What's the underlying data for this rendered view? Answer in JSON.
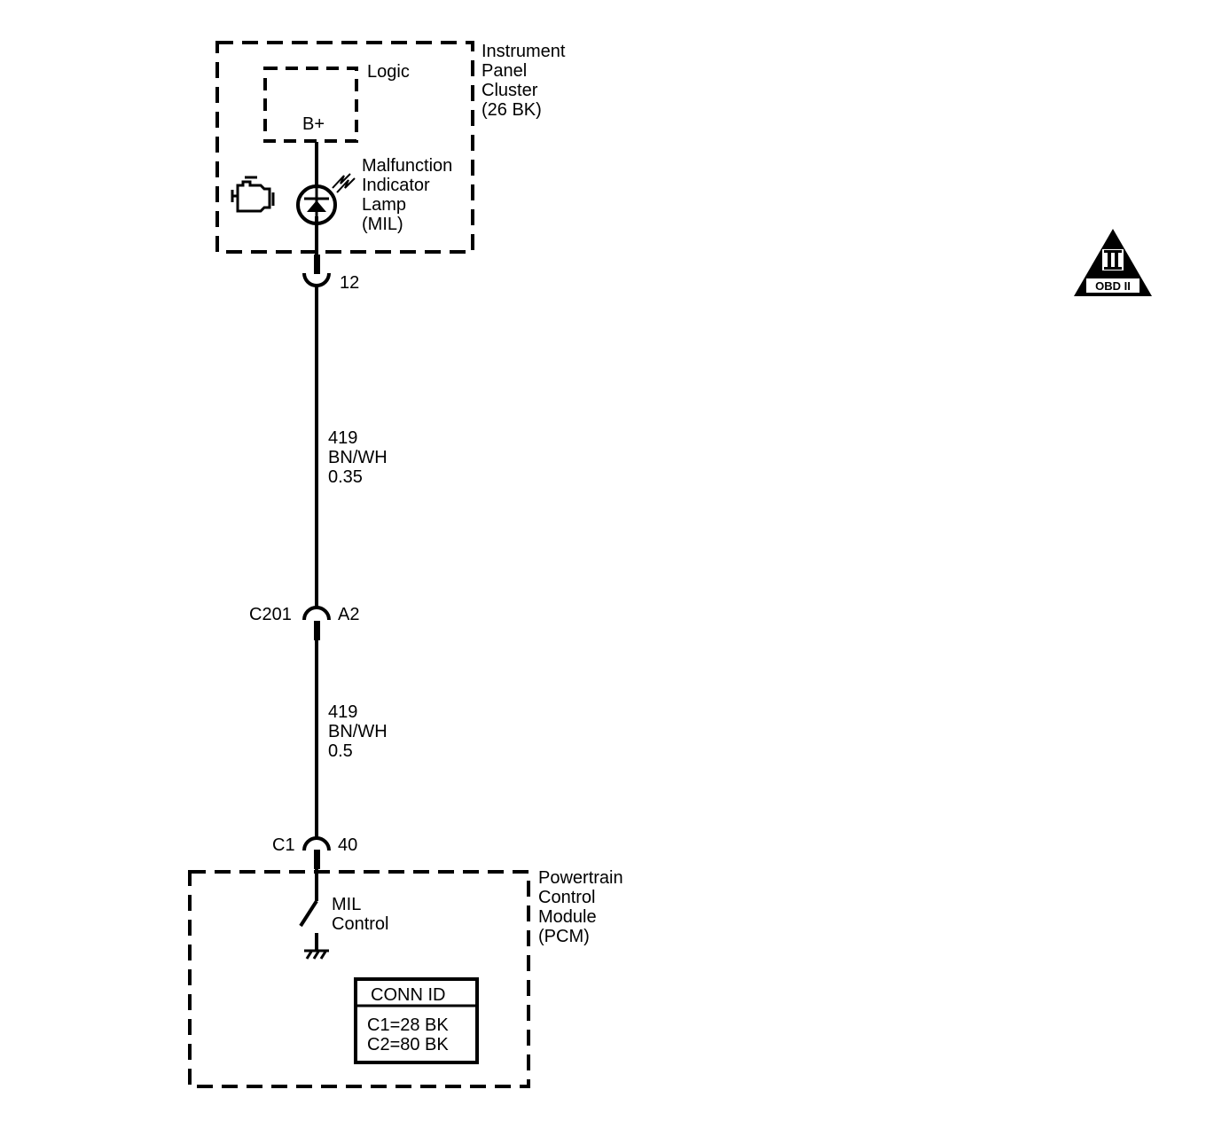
{
  "instrument_panel_cluster": {
    "title_lines": [
      "Instrument",
      "Panel",
      "Cluster",
      "(26 BK)"
    ],
    "logic_label": "Logic",
    "bplus_label": "B+",
    "mil_lines": [
      "Malfunction",
      "Indicator",
      "Lamp",
      "(MIL)"
    ],
    "pin": "12"
  },
  "wire_upper": {
    "circuit": "419",
    "color": "BN/WH",
    "gauge": "0.35"
  },
  "inline_connector": {
    "name": "C201",
    "pin": "A2"
  },
  "wire_lower": {
    "circuit": "419",
    "color": "BN/WH",
    "gauge": "0.5"
  },
  "pcm_connector": {
    "name": "C1",
    "pin": "40"
  },
  "pcm": {
    "title_lines": [
      "Powertrain",
      "Control",
      "Module",
      "(PCM)"
    ],
    "switch_lines": [
      "MIL",
      "Control"
    ],
    "conn_id": {
      "header": "CONN ID",
      "rows": [
        "C1=28 BK",
        "C2=80 BK"
      ]
    }
  },
  "obd_badge": {
    "numeral": "II",
    "label": "OBD II"
  },
  "icons": [
    "engine-check-icon",
    "lamp-icon",
    "ground-icon",
    "obd-ii-icon"
  ]
}
